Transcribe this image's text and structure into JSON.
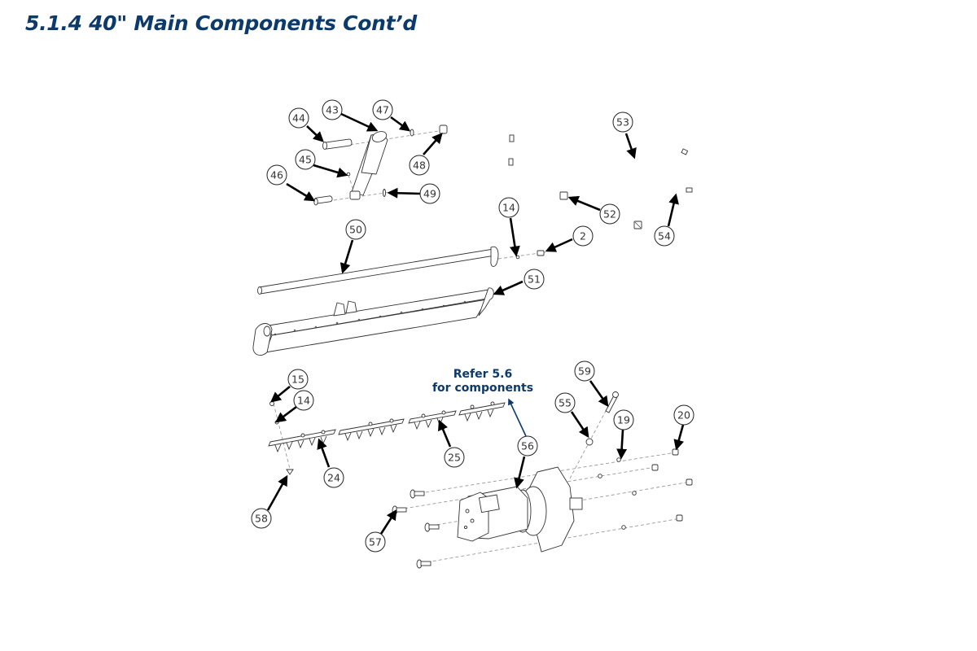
{
  "page": {
    "title": "5.1.4 40\" Main Components Cont’d"
  },
  "diagram": {
    "accent_color": "#0c3a6b",
    "note": {
      "line1": "Refer 5.6",
      "line2": "for components"
    },
    "callouts": [
      {
        "id": "c43",
        "label": "43",
        "part": "hydraulic-cylinder"
      },
      {
        "id": "c44",
        "label": "44",
        "part": "upper-pin"
      },
      {
        "id": "c45",
        "label": "45",
        "part": "grease-fitting"
      },
      {
        "id": "c46",
        "label": "46",
        "part": "lower-pin"
      },
      {
        "id": "c47",
        "label": "47",
        "part": "washer"
      },
      {
        "id": "c48",
        "label": "48",
        "part": "nut"
      },
      {
        "id": "c49",
        "label": "49",
        "part": "clip"
      },
      {
        "id": "c53",
        "label": "53",
        "part": "hydraulic-hose-upper"
      },
      {
        "id": "c52",
        "label": "52",
        "part": "hose-clamp"
      },
      {
        "id": "c54",
        "label": "54",
        "part": "hydraulic-hose-lower"
      },
      {
        "id": "c50",
        "label": "50",
        "part": "pivot-shaft"
      },
      {
        "id": "c14a",
        "label": "14",
        "part": "washer"
      },
      {
        "id": "c2",
        "label": "2",
        "part": "bolt"
      },
      {
        "id": "c51",
        "label": "51",
        "part": "cutter-frame"
      },
      {
        "id": "c15",
        "label": "15",
        "part": "nut"
      },
      {
        "id": "c14b",
        "label": "14",
        "part": "washer"
      },
      {
        "id": "c24",
        "label": "24",
        "part": "tooth-bar-left"
      },
      {
        "id": "c25",
        "label": "25",
        "part": "tooth-bar"
      },
      {
        "id": "c58",
        "label": "58",
        "part": "carriage-bolt"
      },
      {
        "id": "c56",
        "label": "56",
        "part": "hydraulic-motor"
      },
      {
        "id": "c57",
        "label": "57",
        "part": "carriage-bolt"
      },
      {
        "id": "c55",
        "label": "55",
        "part": "washer"
      },
      {
        "id": "c59",
        "label": "59",
        "part": "bolt"
      },
      {
        "id": "c19",
        "label": "19",
        "part": "lock-washer"
      },
      {
        "id": "c20",
        "label": "20",
        "part": "nut"
      }
    ]
  }
}
